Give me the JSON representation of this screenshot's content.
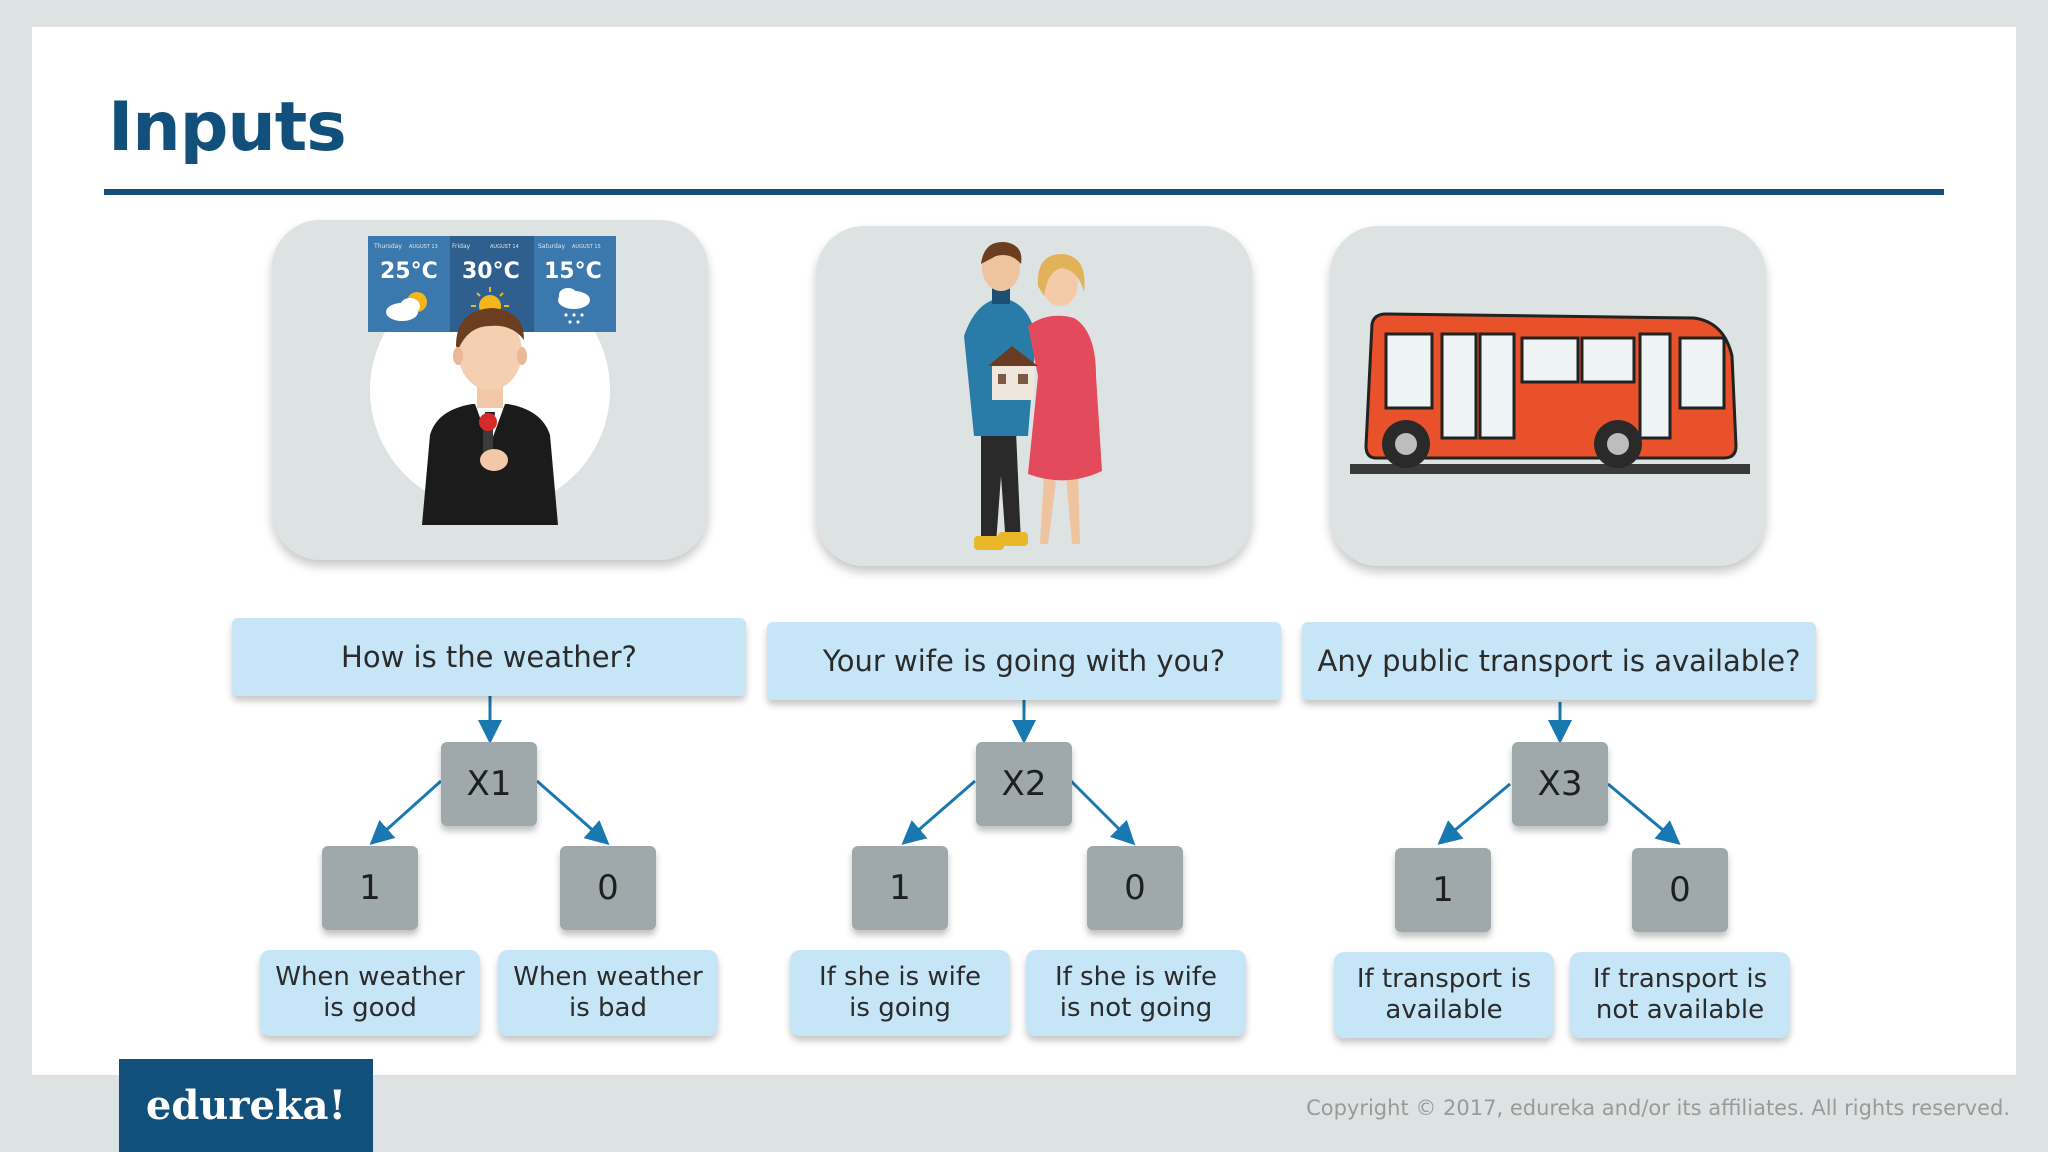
{
  "slide": {
    "title": "Inputs",
    "brand": "edureka!",
    "copyright": "Copyright © 2017, edureka and/or its affiliates. All rights reserved."
  },
  "weather_card": {
    "days": [
      "Thursday",
      "Friday",
      "Saturday"
    ],
    "dates": [
      "AUGUST 13",
      "AUGUST 14",
      "AUGUST 15"
    ],
    "temps": [
      "25°C",
      "30°C",
      "15°C"
    ]
  },
  "columns": [
    {
      "question": "How is the weather?",
      "variable": "X1",
      "yes_value": "1",
      "no_value": "0",
      "yes_label": "When weather is good",
      "no_label": "When weather is bad"
    },
    {
      "question": "Your wife is going with you?",
      "variable": "X2",
      "yes_value": "1",
      "no_value": "0",
      "yes_label": "If she is wife is going",
      "no_label": "If she is wife is not going"
    },
    {
      "question": "Any public transport is available?",
      "variable": "X3",
      "yes_value": "1",
      "no_value": "0",
      "yes_label": "If transport is available",
      "no_label": "If transport is not available"
    }
  ],
  "colors": {
    "title": "#10507a",
    "question_box": "#c6e6f8",
    "node_box": "#9fa9ab",
    "arrow": "#1a78b0",
    "bus": "#e8512a"
  }
}
